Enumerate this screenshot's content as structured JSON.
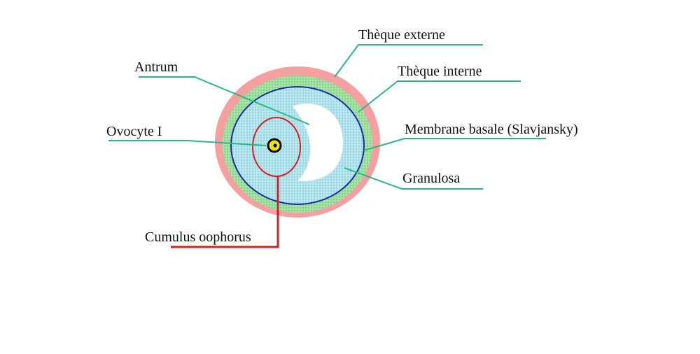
{
  "labels": {
    "theque_externe": "Thèque externe",
    "theque_interne": "Thèque interne",
    "antrum": "Antrum",
    "membrane_basale": "Membrane basale (Slavjansky)",
    "ovocyte": "Ovocyte I",
    "granulosa": "Granulosa",
    "cumulus": "Cumulus oophorus"
  },
  "colors": {
    "theque_externe": "#f4a0a0",
    "theque_interne": "#9fe0a0",
    "granulosa": "#a9dde6",
    "antrum": "#ffffff",
    "membrane_basale": "#1a2aa8",
    "cumulus_outline": "#d42020",
    "leader_line": "#2ab88a",
    "ovocyte_fill": "#f2e600"
  }
}
